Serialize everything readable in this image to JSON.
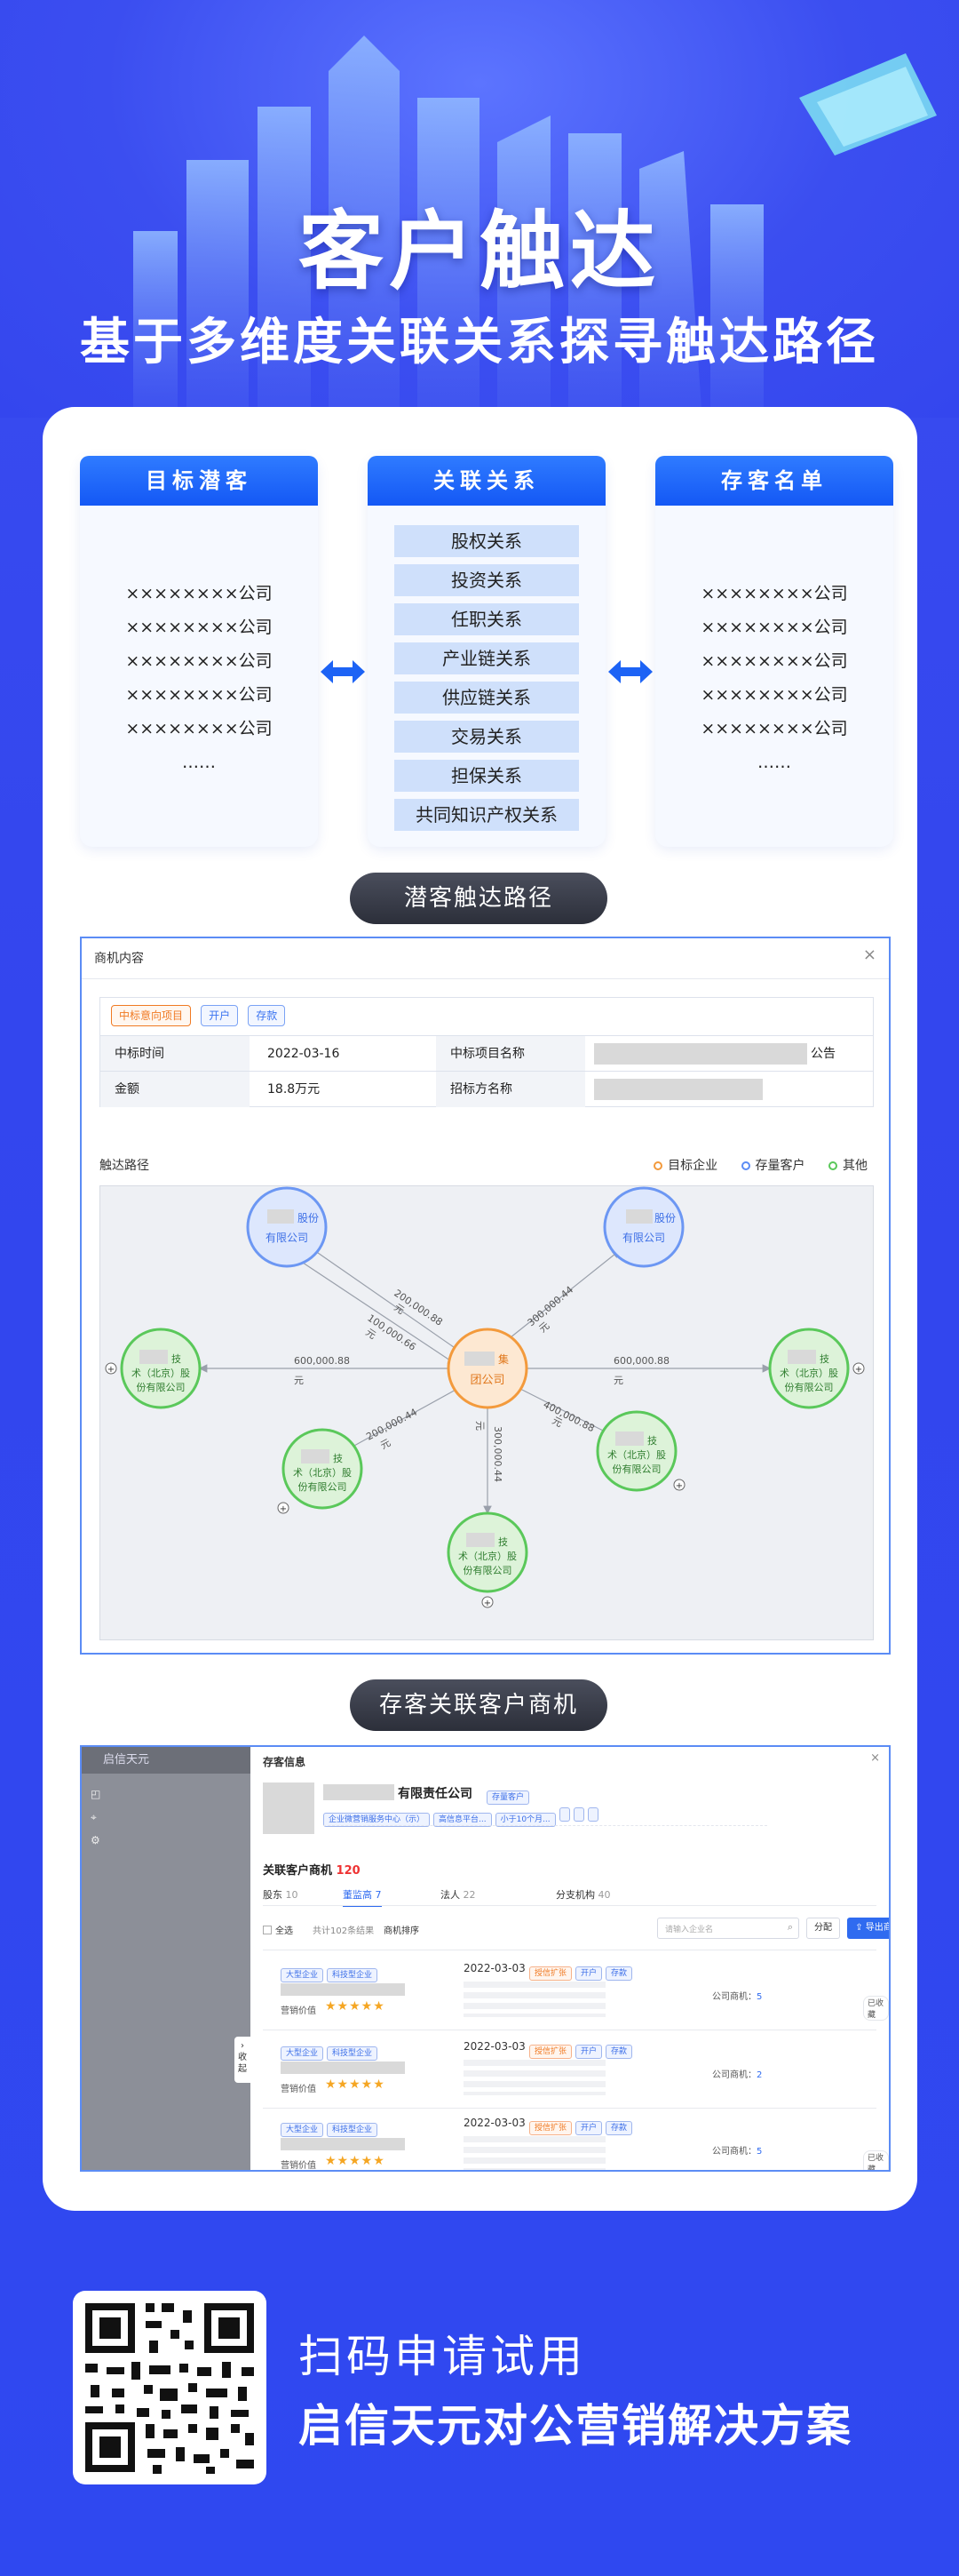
{
  "hero": {
    "title": "客户触达",
    "subtitle": "基于多维度关联关系探寻触达路径"
  },
  "columns": {
    "target": {
      "header": "目标潜客",
      "items": [
        "××××××××公司",
        "××××××××公司",
        "××××××××公司",
        "××××××××公司",
        "××××××××公司",
        "……"
      ]
    },
    "relations": {
      "header": "关联关系",
      "items": [
        "股权关系",
        "投资关系",
        "任职关系",
        "产业链关系",
        "供应链关系",
        "交易关系",
        "担保关系",
        "共同知识产权关系"
      ]
    },
    "stock": {
      "header": "存客名单",
      "items": [
        "××××××××公司",
        "××××××××公司",
        "××××××××公司",
        "××××××××公司",
        "××××××××公司",
        "……"
      ]
    }
  },
  "pill1": "潜客触达路径",
  "pill2": "存客关联客户商机",
  "shot1": {
    "title": "商机内容",
    "close": "×",
    "tags": [
      "中标意向项目",
      "开户",
      "存款"
    ],
    "rows": [
      {
        "label1": "中标时间",
        "value1": "2022-03-16",
        "label2": "中标项目名称",
        "suffix": "公告"
      },
      {
        "label1": "金额",
        "value1": "18.8万元",
        "label2": "招标方名称"
      }
    ],
    "path_label": "触达路径",
    "legend": [
      {
        "label": "目标企业",
        "color": "#f39a3c"
      },
      {
        "label": "存量客户",
        "color": "#5b8cf5"
      },
      {
        "label": "其他",
        "color": "#5ac85a"
      }
    ],
    "graph": {
      "center": [
        "集",
        "团公司"
      ],
      "nodes": {
        "top_left": [
          "股份",
          "有限公司"
        ],
        "top_right": [
          "股份",
          "有限公司"
        ],
        "left": [
          "技",
          "术（北京）股",
          "份有限公司"
        ],
        "right": [
          "技",
          "术（北京）股",
          "份有限公司"
        ],
        "bottom_left": [
          "技",
          "术（北京）股",
          "份有限公司"
        ],
        "bottom_right": [
          "技",
          "术（北京）股",
          "份有限公司"
        ],
        "bottom": [
          "技",
          "术（北京）股",
          "份有限公司"
        ]
      },
      "edges": {
        "tl_a": "200,000.88",
        "tl_a2": "元",
        "tl_b": "100,000.66",
        "tl_b2": "元",
        "tr": "300,000.44",
        "tr2": "元",
        "left": "600,000.88",
        "left2": "元",
        "right": "600,000.88",
        "right2": "元",
        "bl": "200,000.44",
        "bl2": "元",
        "br": "400,000.88",
        "br2": "元",
        "bottom": "300,000.44",
        "bottom2": "元"
      }
    }
  },
  "shot2": {
    "brand": "启信天元",
    "title": "存客信息",
    "close": "×",
    "company": "有限责任公司",
    "company_badge": "存量客户",
    "header_tags": [
      "企业微营销服务中心（示）",
      "高信息平台...",
      "小于10个月..."
    ],
    "related_label": "关联客户商机",
    "related_count": "120",
    "tabs": [
      "股东",
      "董监高 7",
      "法人",
      "分支机构"
    ],
    "tab_counts": [
      "10",
      "",
      "22",
      "40"
    ],
    "select_all": "全选",
    "selected": "共计102条结果",
    "sort": "商机排序",
    "search_placeholder": "请输入企业名",
    "btn_assign": "分配",
    "btn_export": "导出商机",
    "rows": [
      {
        "tags": [
          "大型企业",
          "科技型企业"
        ],
        "date": "2022-03-03",
        "rtags": [
          "授信扩张",
          "开户",
          "存款"
        ],
        "label": "营销价值",
        "stars": "★★★★★",
        "opps": "公司商机：",
        "opp_count": "5",
        "status": "已收藏"
      },
      {
        "tags": [
          "大型企业",
          "科技型企业"
        ],
        "date": "2022-03-03",
        "rtags": [
          "授信扩张",
          "开户",
          "存款"
        ],
        "label": "营销价值",
        "stars": "★★★★★",
        "opps": "公司商机：",
        "opp_count": "2",
        "status": ""
      },
      {
        "tags": [
          "大型企业",
          "科技型企业"
        ],
        "date": "2022-03-03",
        "rtags": [
          "授信扩张",
          "开户",
          "存款"
        ],
        "label": "营销价值",
        "stars": "★★★★★",
        "opps": "公司商机：",
        "opp_count": "5",
        "status": "已收藏"
      }
    ],
    "collapse": "收起"
  },
  "footer": {
    "line1": "扫码申请试用",
    "line2": "启信天元对公营销解决方案"
  }
}
